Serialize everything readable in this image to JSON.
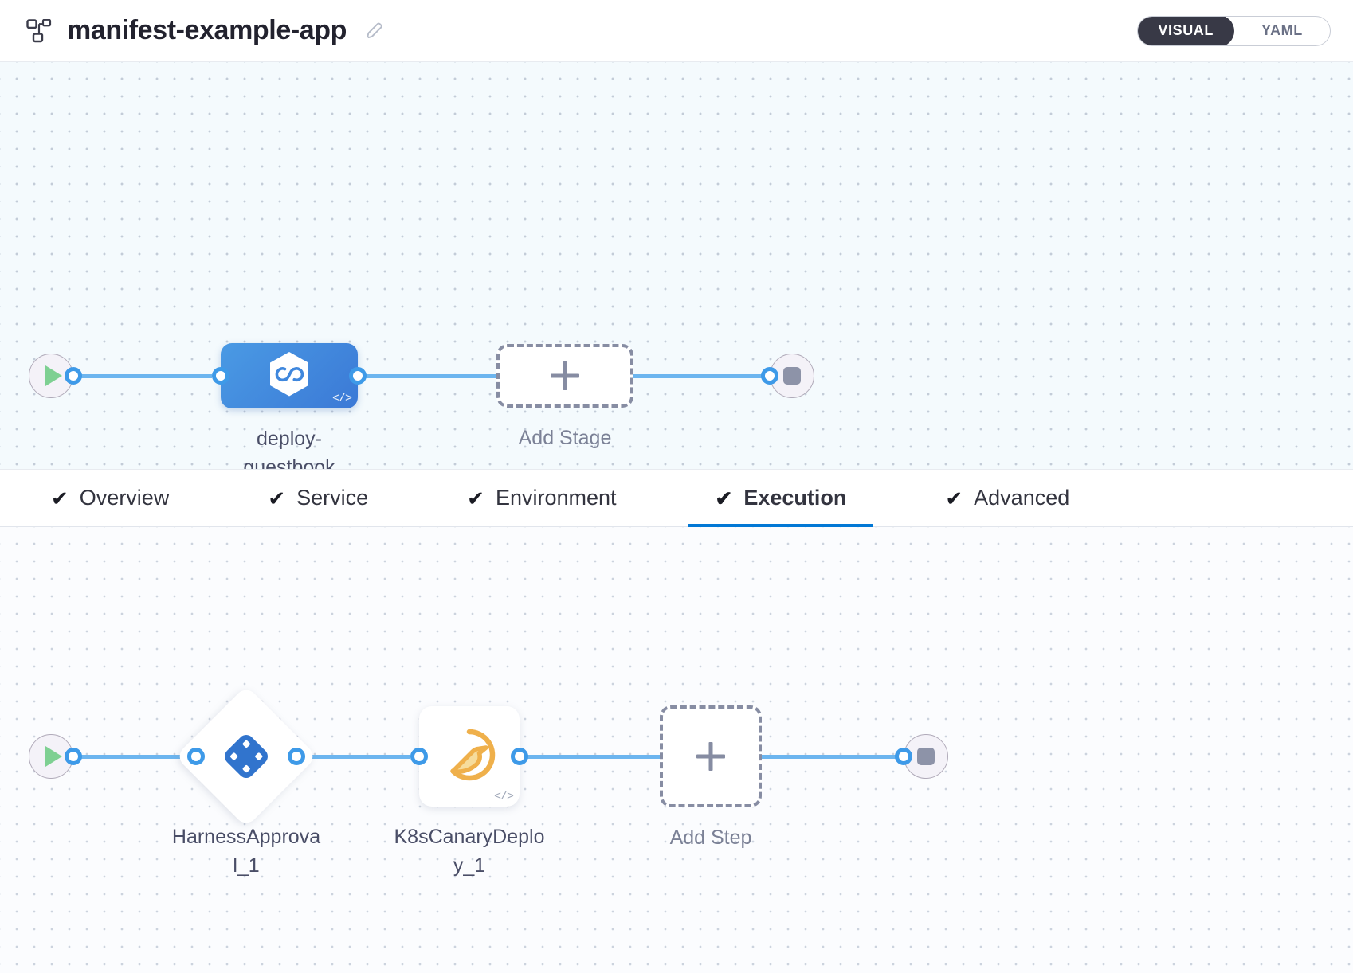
{
  "header": {
    "pipeline_icon": "pipeline-nodes-icon",
    "title": "manifest-example-app",
    "edit_icon": "pencil-edit-icon",
    "mode_toggle": {
      "options": [
        {
          "label": "VISUAL",
          "active": true
        },
        {
          "label": "YAML",
          "active": false
        }
      ]
    }
  },
  "stage_canvas": {
    "start_node": {
      "name": "pipeline-start",
      "icon": "play-icon"
    },
    "stage": {
      "label": "deploy-guestbook",
      "icon": "harness-cd-hexagon-icon",
      "badge": "</>",
      "color": "#3f87dd"
    },
    "add_stage": {
      "label": "Add Stage",
      "icon": "plus-icon"
    },
    "end_node": {
      "name": "pipeline-end",
      "icon": "stop-icon"
    }
  },
  "tabs": [
    {
      "label": "Overview",
      "check": "✔",
      "active": false
    },
    {
      "label": "Service",
      "check": "✔",
      "active": false
    },
    {
      "label": "Environment",
      "check": "✔",
      "active": false
    },
    {
      "label": "Execution",
      "check": "✔",
      "active": true
    },
    {
      "label": "Advanced",
      "check": "✔",
      "active": false
    }
  ],
  "execution_canvas": {
    "start_node": {
      "name": "execution-start",
      "icon": "play-icon"
    },
    "steps": [
      {
        "label": "HarnessApproval_1",
        "icon": "harness-approval-diamond-icon",
        "shape": "diamond"
      },
      {
        "label": "K8sCanaryDeploy_1",
        "icon": "canary-bird-icon",
        "badge": "</>",
        "shape": "card"
      }
    ],
    "add_step": {
      "label": "Add Step",
      "icon": "plus-icon"
    },
    "end_node": {
      "name": "execution-end",
      "icon": "stop-icon"
    }
  },
  "colors": {
    "accent_blue": "#0278d5",
    "link_blue": "#6cb5ef",
    "stage_blue": "#3f87dd",
    "canary_orange": "#efb04b",
    "approval_blue": "#3174cd",
    "play_green": "#7ed092"
  }
}
